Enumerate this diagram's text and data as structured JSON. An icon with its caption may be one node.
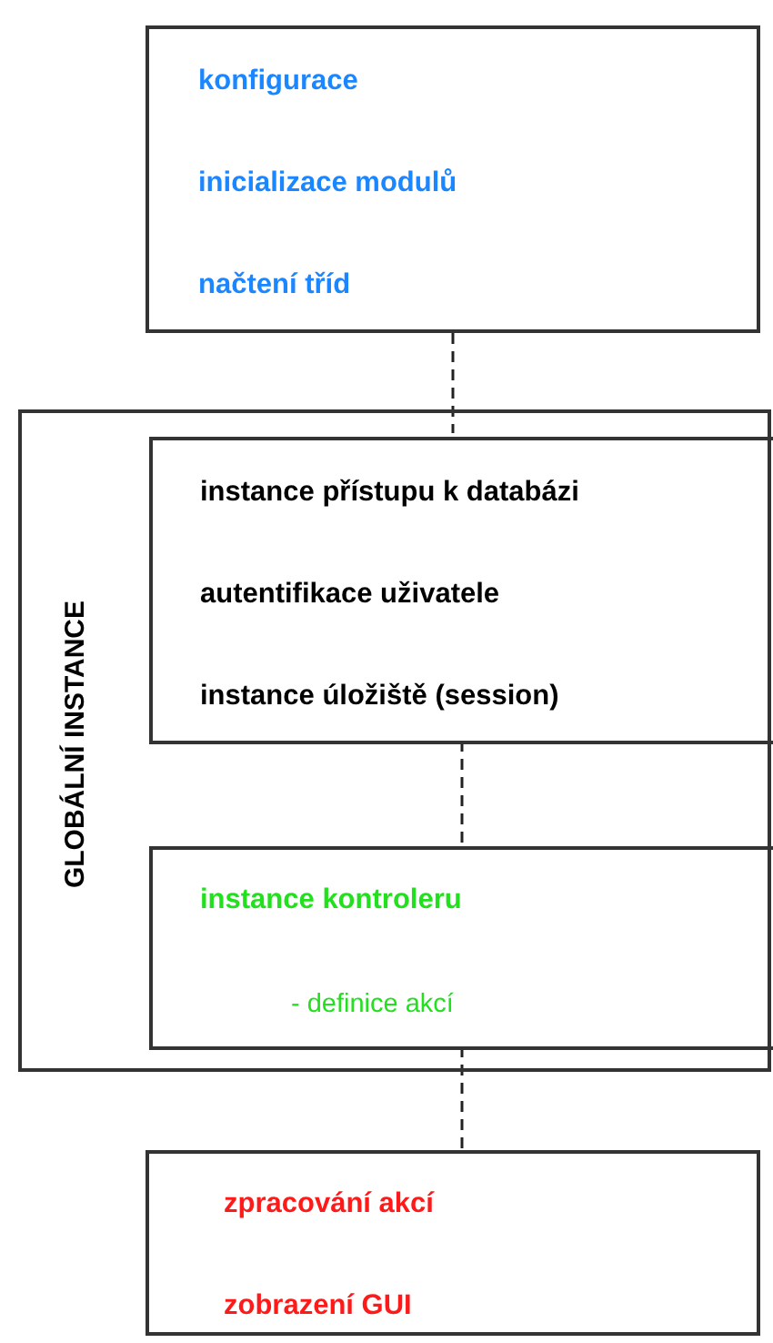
{
  "diagram": {
    "nodes": [
      {
        "text": [
          "konfigurace",
          "inicializace modulů",
          "načtení tříd"
        ]
      },
      {
        "text": [
          "GLOBÁLNÍ INSTANCE"
        ]
      },
      {
        "text": [
          "instance přístupu k databázi",
          "autentifikace uživatele",
          "instance úložiště (session)"
        ],
        "in": 1
      },
      {
        "text": [
          "instance kontroleru",
          "- definice akcí"
        ],
        "in": 1
      },
      {
        "text": [
          "zpracování akcí",
          "zobrazení GUI"
        ]
      }
    ],
    "edges": [
      {
        "from": 0,
        "to": 2,
        "arrow": "none",
        "style": "dashed"
      },
      {
        "from": 2,
        "to": 3,
        "arrow": "none",
        "style": "dashed"
      },
      {
        "from": 3,
        "to": 4,
        "arrow": "none",
        "style": "dashed"
      }
    ]
  }
}
